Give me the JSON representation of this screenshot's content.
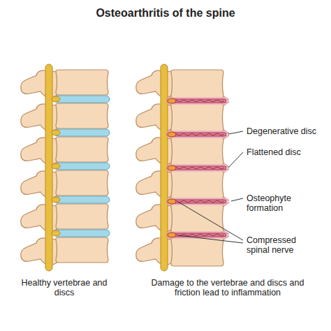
{
  "diagram": {
    "title": "Osteoarthritis of the spine",
    "labels": [
      "Degenerative disc",
      "Flattened disc",
      "Osteophyte formation",
      "Compressed spinal nerve",
      "Healthy vertebrae and discs",
      "Damage to the vertebrae and discs and friction lead to inflammation"
    ]
  }
}
